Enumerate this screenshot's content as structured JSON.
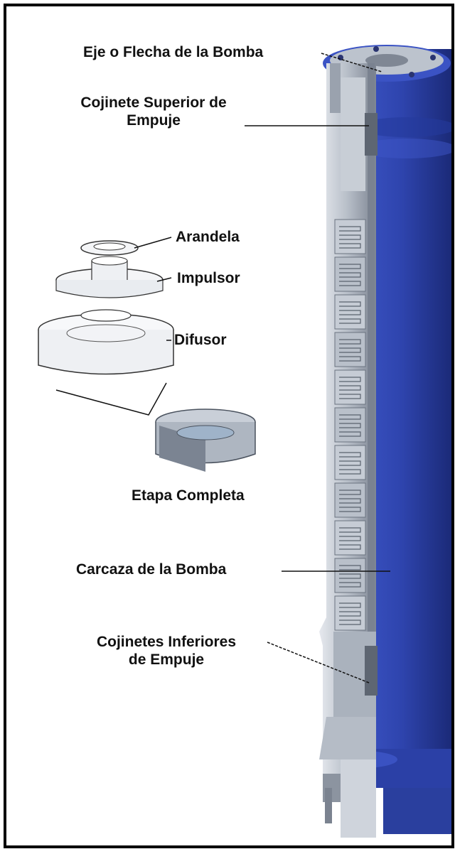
{
  "labels": {
    "shaft": "Eje o Flecha de la Bomba",
    "upper_thrust_1": "Cojinete Superior de",
    "upper_thrust_2": "Empuje",
    "washer": "Arandela",
    "impeller": "Impulsor",
    "diffuser": "Difusor",
    "complete_stage": "Etapa Completa",
    "casing": "Carcaza de la Bomba",
    "lower_thrust_1": "Cojinetes Inferiores",
    "lower_thrust_2": "de Empuje"
  },
  "colors": {
    "casing_blue": "#2f45a8",
    "casing_blue_dark": "#1f2f7e",
    "metal_light": "#cfd4dc",
    "metal_mid": "#9aa2ae",
    "metal_dark": "#5c6470",
    "frame": "#000000"
  }
}
